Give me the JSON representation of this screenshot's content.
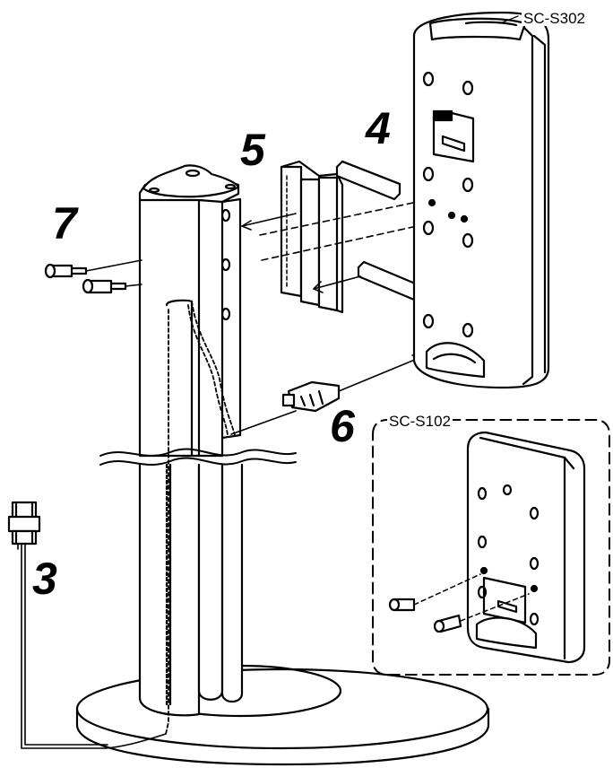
{
  "models": {
    "top": "SC-S302",
    "inset": "SC-S102"
  },
  "steps": {
    "s3": "3",
    "s4": "4",
    "s5": "5",
    "s6": "6",
    "s7": "7"
  },
  "colors": {
    "line": "#000000",
    "panel": "#eeeeee",
    "bg": "#ffffff"
  }
}
